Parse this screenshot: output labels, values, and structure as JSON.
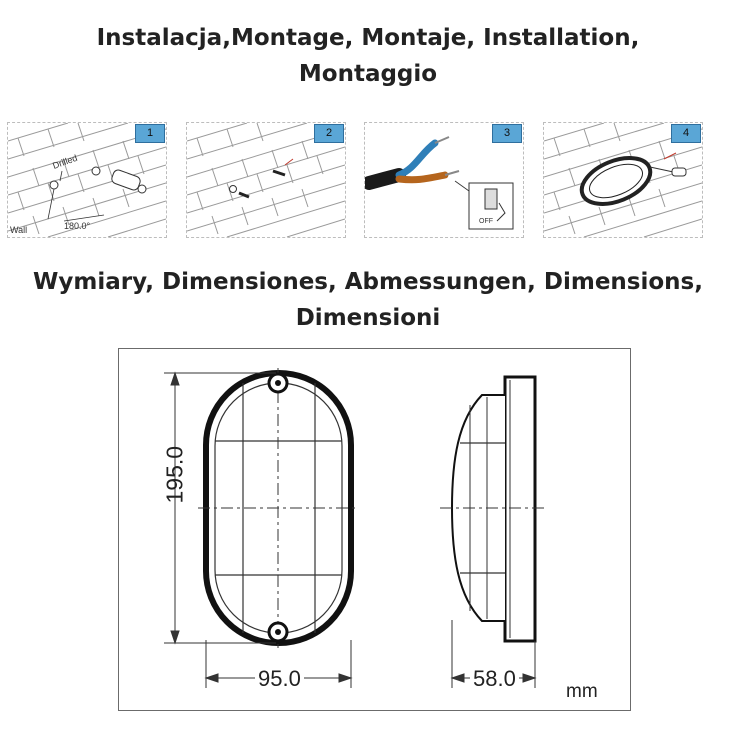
{
  "sections": {
    "installation_title": [
      "Instalacja,Montage, Montaje, Installation,",
      "Montaggio"
    ],
    "dimensions_title": [
      "Wymiary, Dimensiones, Abmessungen, Dimensions,",
      "Dimensioni"
    ]
  },
  "steps": [
    {
      "number": "1",
      "labels": {
        "drilled": "Drilled",
        "wall": "Wall",
        "angle": "180.0°"
      }
    },
    {
      "number": "2"
    },
    {
      "number": "3",
      "switch_label": "OFF"
    },
    {
      "number": "4"
    }
  ],
  "dimensions": {
    "height": "195.0",
    "width": "95.0",
    "depth": "58.0",
    "unit": "mm"
  },
  "colors": {
    "badge": "#5aa6d6",
    "brick_line": "#9a9a9a",
    "wire_blue": "#2f7fb8",
    "wire_brown": "#b5651d",
    "cable_black": "#1a1a1a"
  }
}
